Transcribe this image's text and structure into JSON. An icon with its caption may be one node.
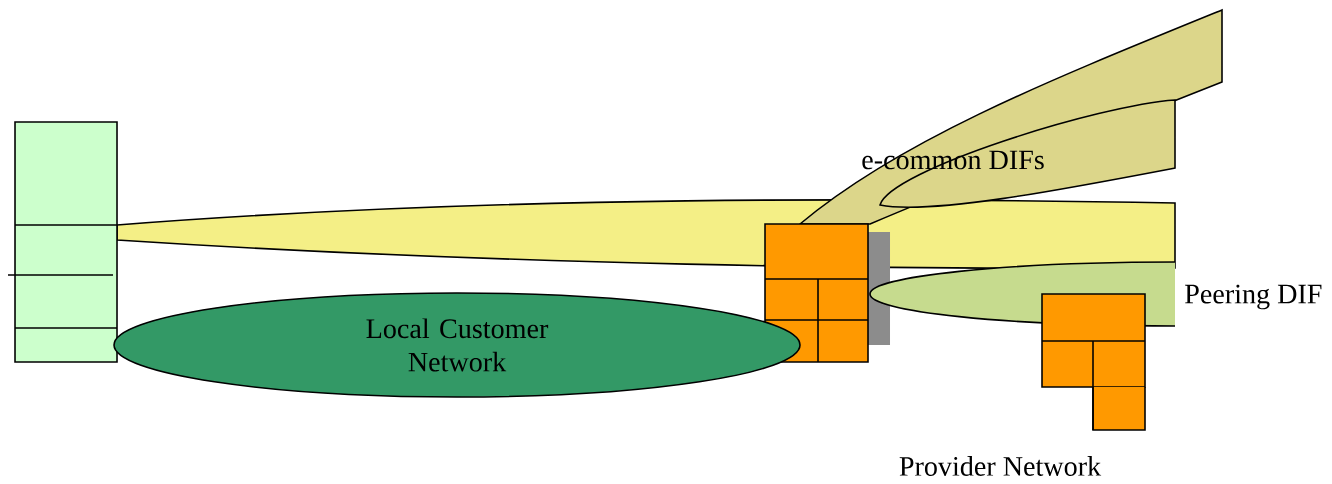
{
  "diagram": {
    "nodes": [
      {
        "text": [],
        "shape": "box"
      },
      {
        "text": [],
        "shape": "box"
      },
      {
        "text": [],
        "shape": "box"
      },
      {
        "text": [
          "Local Customer Network"
        ]
      },
      {
        "text": [
          "Peering DIF"
        ]
      }
    ],
    "labels": [
      "e-common DIFs",
      "Provider Network"
    ]
  }
}
